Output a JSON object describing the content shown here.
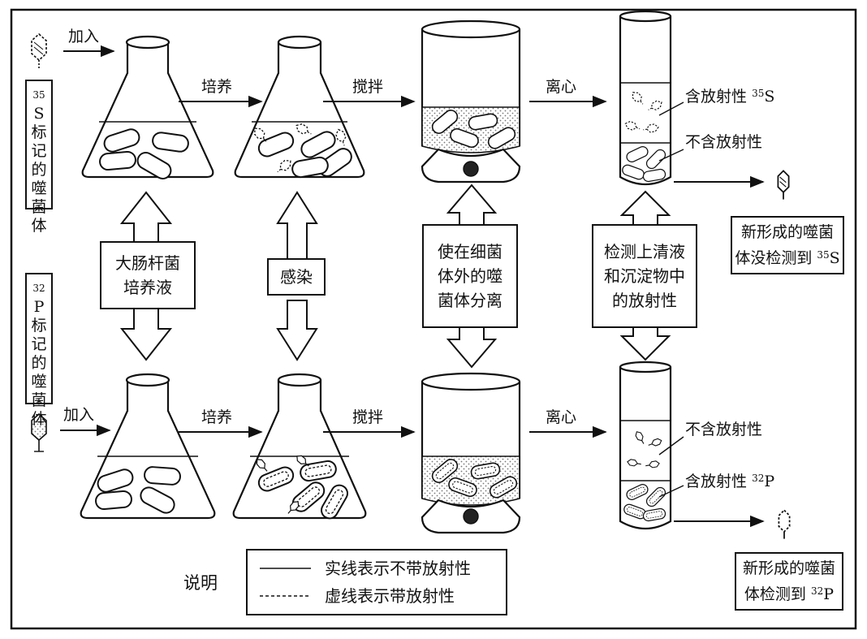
{
  "colors": {
    "ink": "#111111",
    "medium": "#d9d9d9",
    "background": "#ffffff"
  },
  "labels": {
    "top_label_sup": "35",
    "top_label_sym": "S",
    "top_label_rest": [
      "标",
      "记",
      "的",
      "噬",
      "菌",
      "体"
    ],
    "bottom_label_sup": "32",
    "bottom_label_sym": "P",
    "bottom_label_rest": [
      "标",
      "记",
      "的",
      "噬",
      "菌",
      "体"
    ]
  },
  "steps": {
    "add": "加入",
    "culture": "培养",
    "stir": "搅拌",
    "centrifuge": "离心"
  },
  "annotations": {
    "top_supernatant": "含放射性",
    "top_supernatant_sup": "35",
    "top_supernatant_sym": "S",
    "top_pellet": "不含放射性",
    "bottom_supernatant": "不含放射性",
    "bottom_pellet": "含放射性",
    "bottom_pellet_sup": "32",
    "bottom_pellet_sym": "P"
  },
  "boxes": {
    "ecoli_line1": "大肠杆菌",
    "ecoli_line2": "培养液",
    "infect": "感染",
    "separate_line1": "使在细菌",
    "separate_line2": "体外的噬",
    "separate_line3": "菌体分离",
    "detect_line1": "检测上清液",
    "detect_line2": "和沉淀物中",
    "detect_line3": "的放射性",
    "result_top_line1": "新形成的噬菌",
    "result_top_line2": "体没检测到",
    "result_top_sup": "35",
    "result_top_sym": "S",
    "result_bottom_line1": "新形成的噬菌",
    "result_bottom_line2": "体检测到",
    "result_bottom_sup": "32",
    "result_bottom_sym": "P"
  },
  "legend": {
    "title": "说明",
    "solid": "实线表示不带放射性",
    "dashed": "虚线表示带放射性"
  }
}
